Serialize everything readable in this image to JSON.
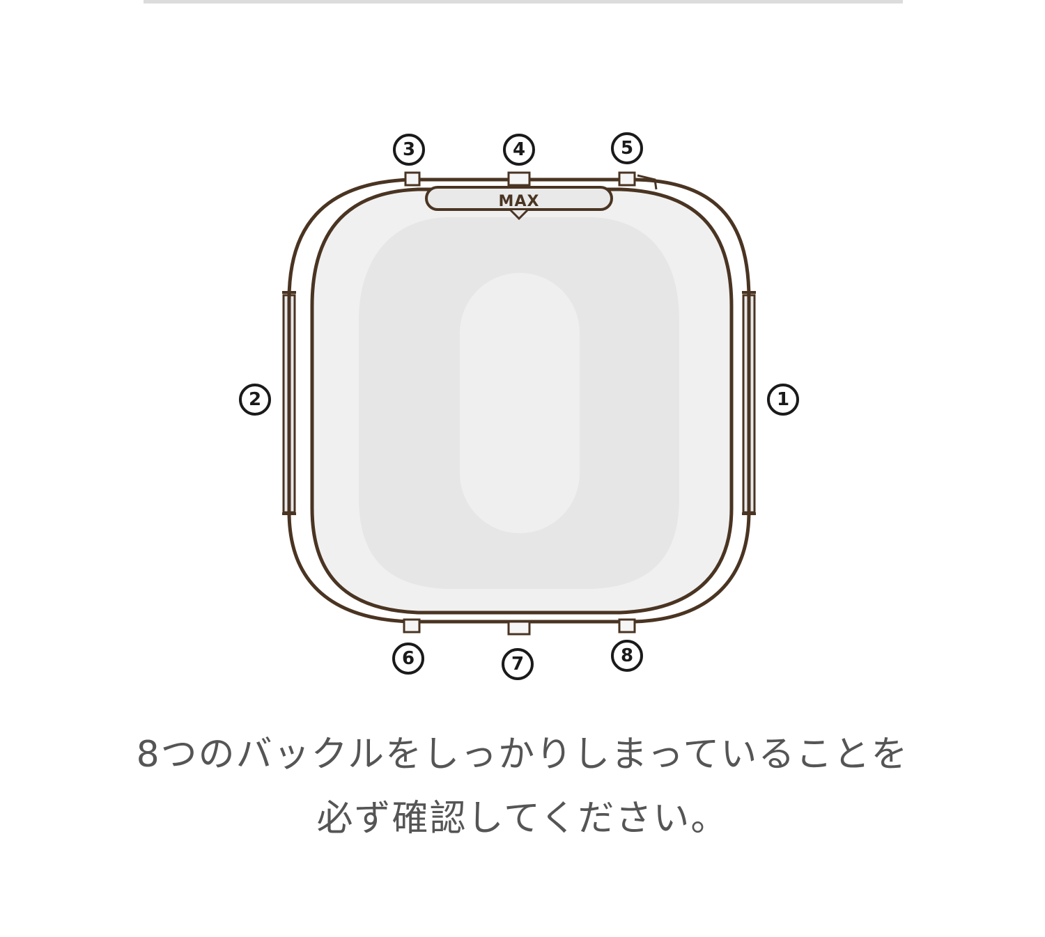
{
  "diagram": {
    "max_label": "MAX",
    "buckles": [
      {
        "id": 1,
        "label": "①"
      },
      {
        "id": 2,
        "label": "②"
      },
      {
        "id": 3,
        "label": "③"
      },
      {
        "id": 4,
        "label": "④"
      },
      {
        "id": 5,
        "label": "⑤"
      },
      {
        "id": 6,
        "label": "⑥"
      },
      {
        "id": 7,
        "label": "⑦"
      },
      {
        "id": 8,
        "label": "⑧"
      }
    ],
    "colors": {
      "outline": "#4a3422",
      "fill_light": "#f0f0f0",
      "fill_mid": "#e6e6e6",
      "fill_inner": "#efefef"
    }
  },
  "caption": {
    "line1": "8つのバックルをしっかりしまっていることを",
    "line2": "必ず確認してください。"
  }
}
